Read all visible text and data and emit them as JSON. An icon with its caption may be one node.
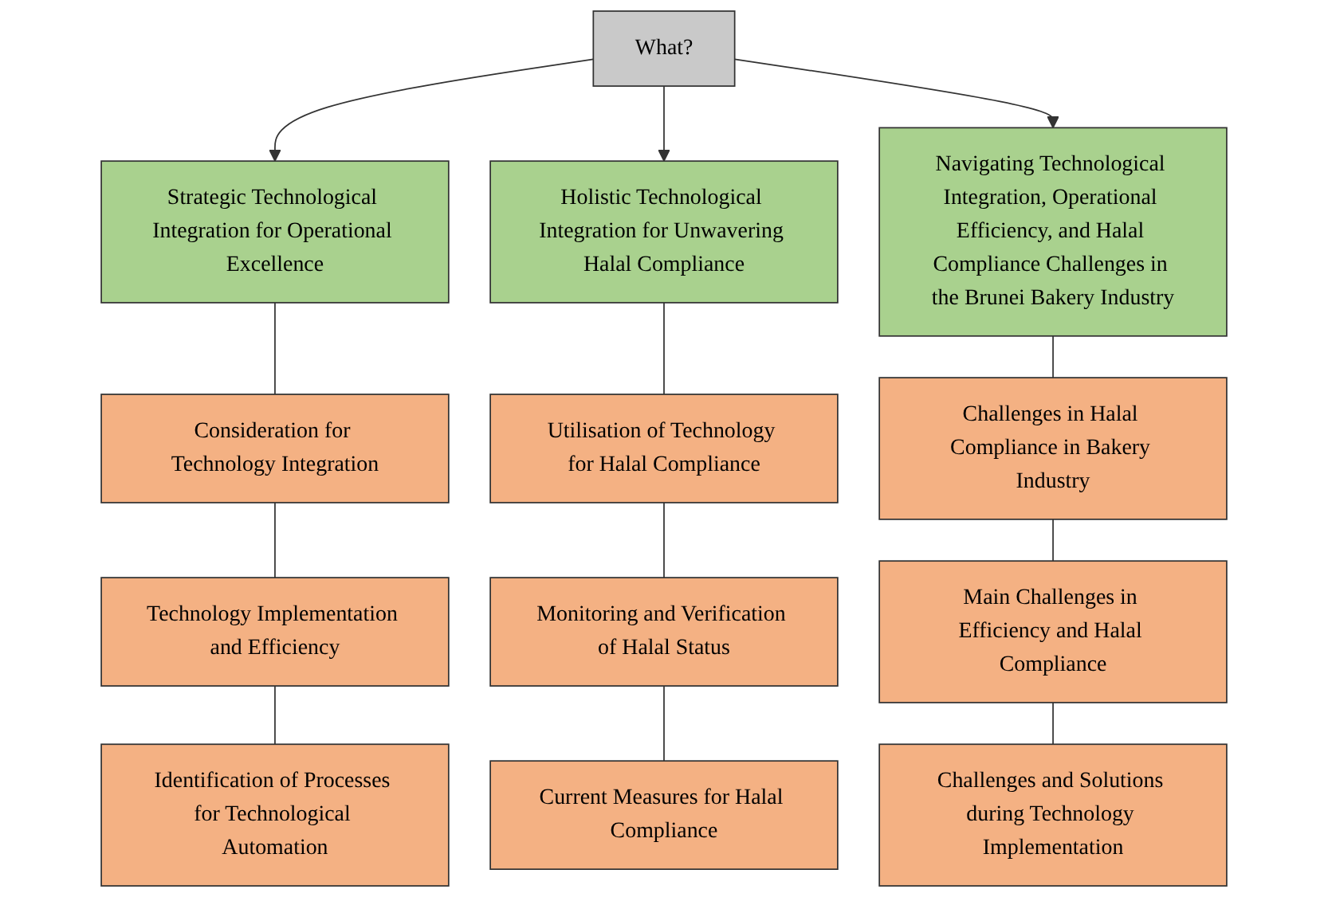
{
  "diagram": {
    "nodes": [
      {
        "text": [
          "What?"
        ]
      },
      {
        "text": [
          "Strategic Technological Integration for Operational Excellence"
        ]
      },
      {
        "text": [
          "Holistic Technological Integration for Unwavering Halal Compliance"
        ]
      },
      {
        "text": [
          "Navigating Technological Integration, Operational Efficiency, and Halal Compliance Challenges in the Brunei Bakery Industry"
        ]
      },
      {
        "text": [
          "Consideration for Technology Integration"
        ]
      },
      {
        "text": [
          "Technology Implementation and Efficiency"
        ]
      },
      {
        "text": [
          "Identification of Processes for Technological Automation"
        ]
      },
      {
        "text": [
          "Utilisation of Technology for Halal Compliance"
        ]
      },
      {
        "text": [
          "Monitoring and Verification of Halal Status"
        ]
      },
      {
        "text": [
          "Current Measures for Halal Compliance"
        ]
      },
      {
        "text": [
          "Challenges in Halal Compliance in Bakery Industry"
        ]
      },
      {
        "text": [
          "Main Challenges in Efficiency and Halal Compliance"
        ]
      },
      {
        "text": [
          "Challenges and Solutions during Technology Implementation"
        ]
      }
    ],
    "edges": [
      {
        "from": 0,
        "to": 1,
        "arrow": "to"
      },
      {
        "from": 0,
        "to": 2,
        "arrow": "to"
      },
      {
        "from": 0,
        "to": 3,
        "arrow": "to"
      },
      {
        "from": 1,
        "to": 4,
        "arrow": "none"
      },
      {
        "from": 4,
        "to": 5,
        "arrow": "none"
      },
      {
        "from": 5,
        "to": 6,
        "arrow": "none"
      },
      {
        "from": 2,
        "to": 7,
        "arrow": "none"
      },
      {
        "from": 7,
        "to": 8,
        "arrow": "none"
      },
      {
        "from": 8,
        "to": 9,
        "arrow": "none"
      },
      {
        "from": 3,
        "to": 10,
        "arrow": "none"
      },
      {
        "from": 10,
        "to": 11,
        "arrow": "none"
      },
      {
        "from": 11,
        "to": 12,
        "arrow": "none"
      }
    ]
  }
}
